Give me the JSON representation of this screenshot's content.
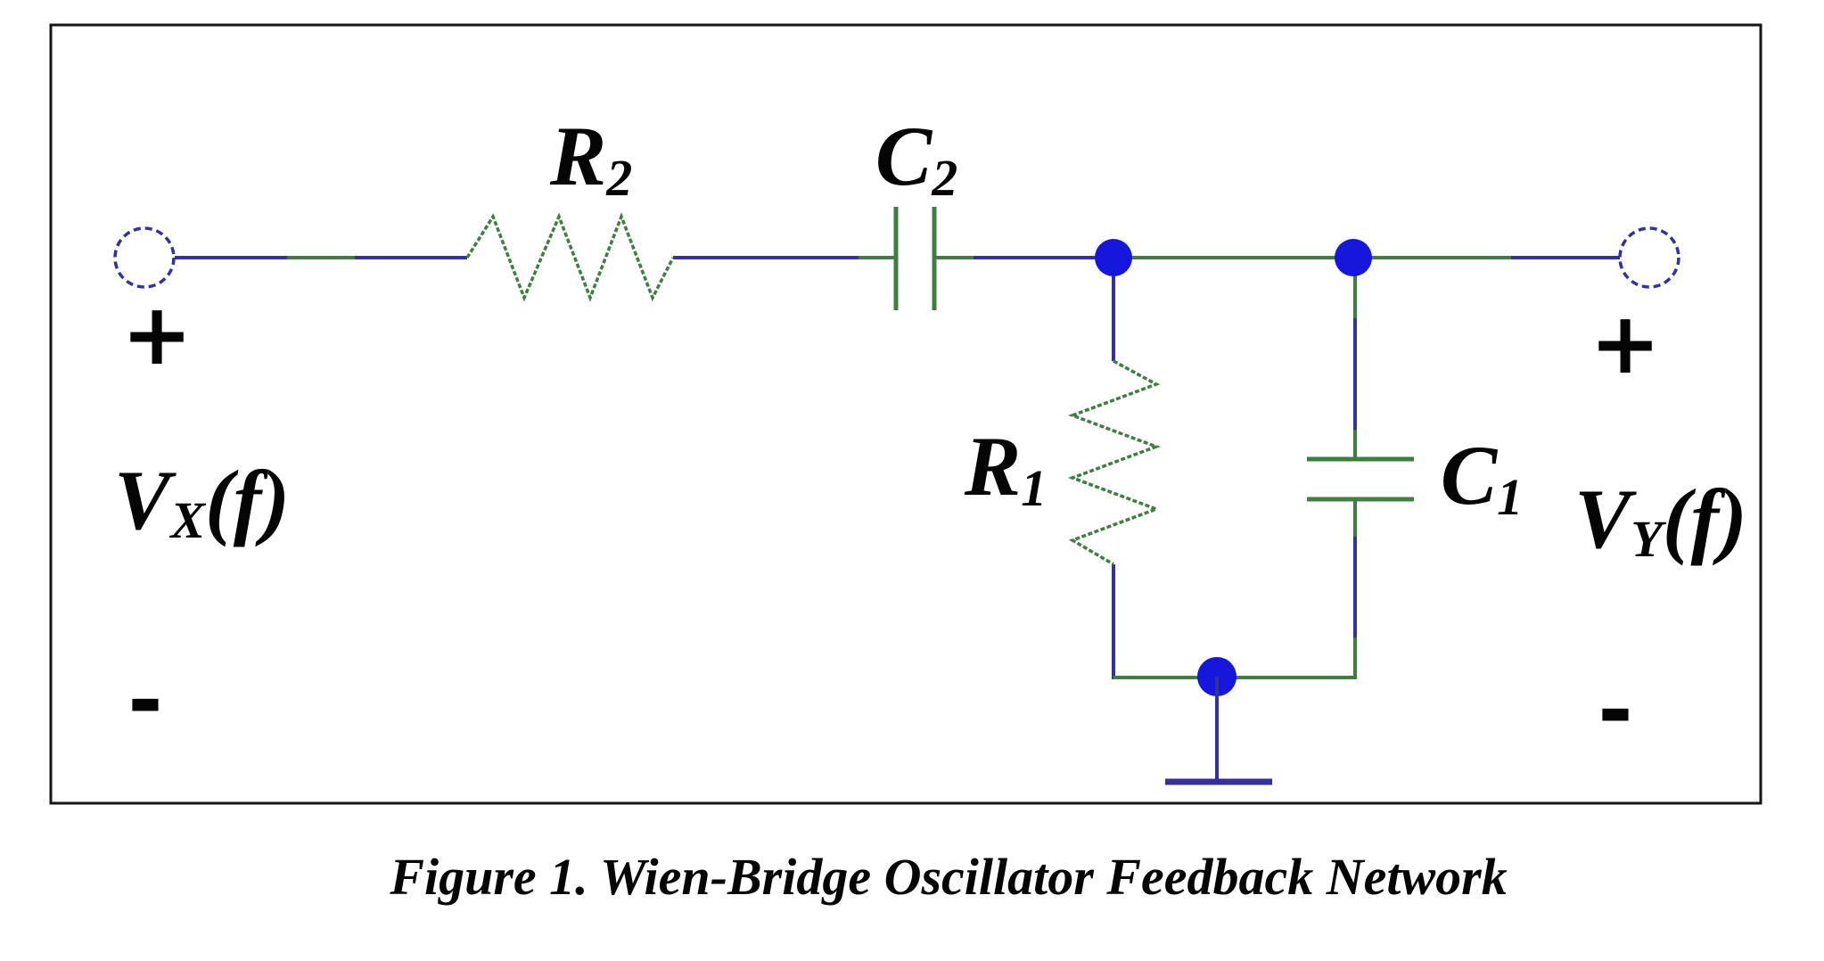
{
  "figure": {
    "caption": "Figure 1. Wien-Bridge Oscillator Feedback Network"
  },
  "components": {
    "r2": {
      "base": "R",
      "sub": "2"
    },
    "c2": {
      "base": "C",
      "sub": "2"
    },
    "r1": {
      "base": "R",
      "sub": "1"
    },
    "c1": {
      "base": "C",
      "sub": "1"
    }
  },
  "terminals": {
    "input": {
      "name_base": "V",
      "name_sub": "X",
      "name_suffix": "(f)",
      "plus": "+",
      "minus": "-"
    },
    "output": {
      "name_base": "V",
      "name_sub": "Y",
      "name_suffix": "(f)",
      "plus": "+",
      "minus": "-"
    }
  },
  "icons": {
    "input_terminal": "open-circle-terminal-icon",
    "output_terminal": "open-circle-terminal-icon",
    "r2": "resistor-zigzag-icon",
    "r1": "resistor-zigzag-icon",
    "c2": "capacitor-plates-icon",
    "c1": "capacitor-plates-icon",
    "ground": "ground-icon",
    "junctions": "node-dot-icon"
  },
  "colors": {
    "wire_blue": "#32329e",
    "wire_green": "#3e7e3e",
    "node_fill": "#1616dc",
    "border_color": "#161616",
    "text_color": "#050505",
    "bg": "#ffffff"
  }
}
